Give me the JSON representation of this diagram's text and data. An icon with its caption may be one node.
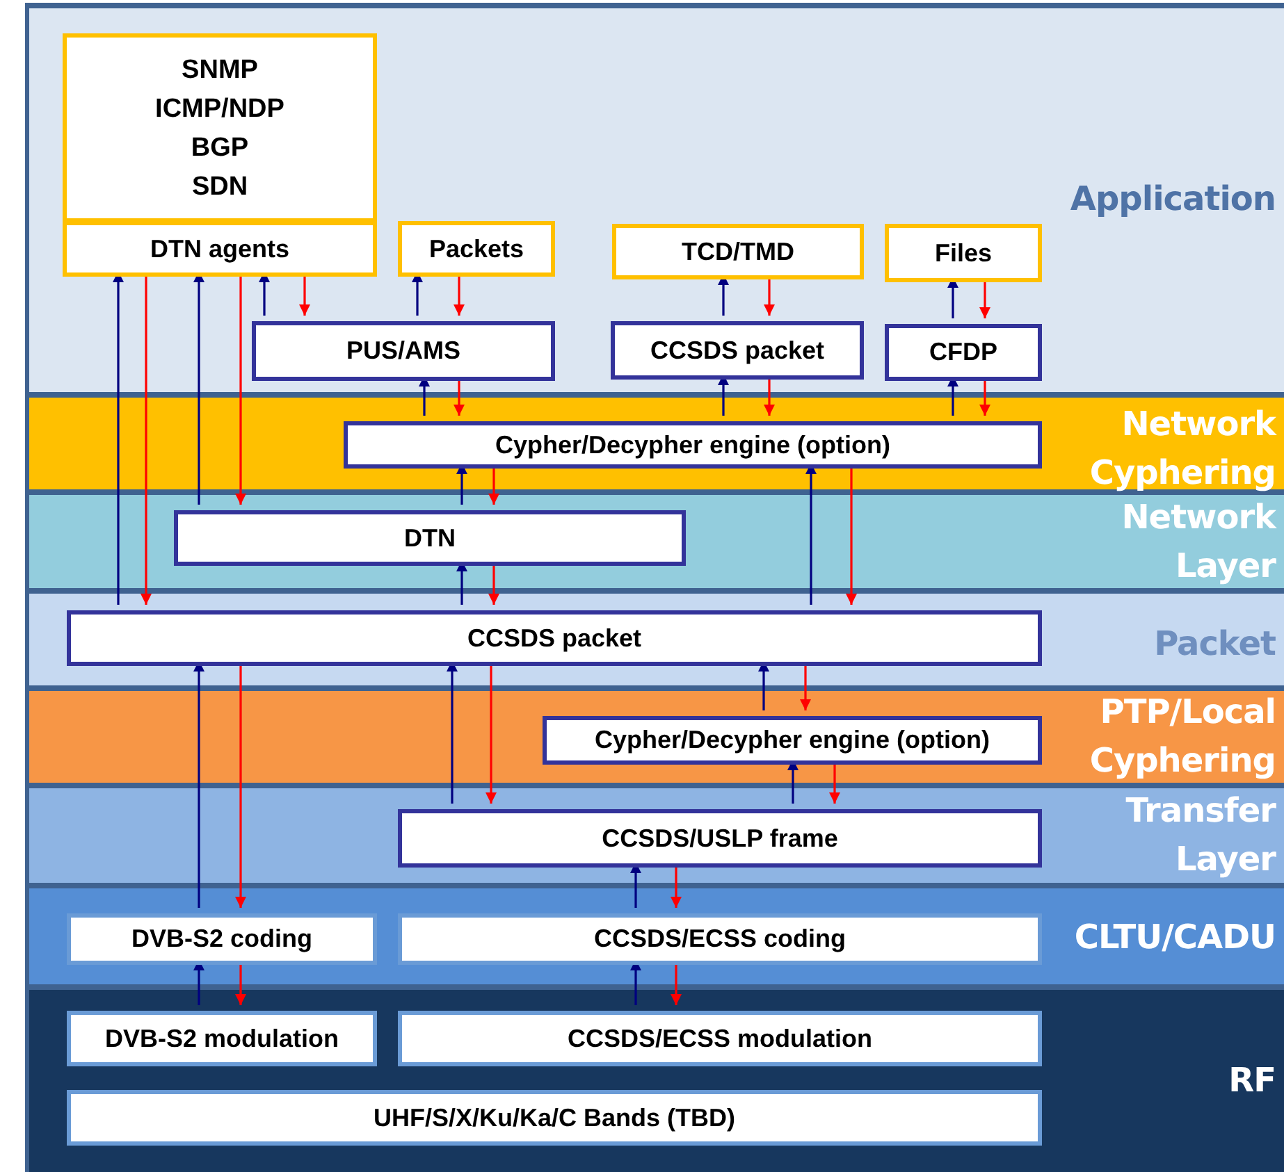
{
  "diagram": {
    "nodes": [
      {
        "text": [
          "Application"
        ]
      },
      {
        "text": [
          "SNMP",
          "ICMP/NDP",
          "BGP",
          "SDN"
        ],
        "in": 0
      },
      {
        "text": [
          "DTN agents"
        ],
        "in": 0
      },
      {
        "text": [
          "Packets"
        ],
        "in": 0
      },
      {
        "text": [
          "TCD/TMD"
        ],
        "in": 0
      },
      {
        "text": [
          "Files"
        ],
        "in": 0
      },
      {
        "text": [
          "PUS/AMS"
        ],
        "in": 0
      },
      {
        "text": [
          "CCSDS packet"
        ],
        "in": 0
      },
      {
        "text": [
          "CFDP"
        ],
        "in": 0
      },
      {
        "text": [
          "Network Cyphering"
        ]
      },
      {
        "text": [
          "Cypher/Decypher engine (option)"
        ],
        "in": 9
      },
      {
        "text": [
          "Network Layer"
        ]
      },
      {
        "text": [
          "DTN"
        ],
        "in": 11
      },
      {
        "text": [
          "Packet"
        ]
      },
      {
        "text": [
          "CCSDS packet"
        ],
        "in": 13
      },
      {
        "text": [
          "PTP/Local Cyphering"
        ]
      },
      {
        "text": [
          "Cypher/Decypher engine (option)"
        ],
        "in": 15
      },
      {
        "text": [
          "Transfer Layer"
        ]
      },
      {
        "text": [
          "CCSDS/USLP frame"
        ],
        "in": 17
      },
      {
        "text": [
          "CLTU/CADU"
        ]
      },
      {
        "text": [
          "DVB-S2 coding"
        ],
        "in": 19
      },
      {
        "text": [
          "CCSDS/ECSS coding"
        ],
        "in": 19
      },
      {
        "text": [
          "RF"
        ]
      },
      {
        "text": [
          "DVB-S2 modulation"
        ],
        "in": 22
      },
      {
        "text": [
          "CCSDS/ECSS modulation"
        ],
        "in": 22
      },
      {
        "text": [
          "UHF/S/X/Ku/Ka/C Bands (TBD)"
        ],
        "in": 22
      }
    ],
    "edges": [
      {
        "from": 14,
        "to": 2,
        "arrow": "to",
        "color": "#000080"
      },
      {
        "from": 2,
        "to": 14,
        "arrow": "to",
        "color": "#ff0000"
      },
      {
        "from": 12,
        "to": 2,
        "arrow": "to",
        "color": "#000080"
      },
      {
        "from": 2,
        "to": 12,
        "arrow": "to",
        "color": "#ff0000"
      },
      {
        "from": 6,
        "to": 2,
        "arrow": "to",
        "color": "#000080"
      },
      {
        "from": 2,
        "to": 6,
        "arrow": "to",
        "color": "#ff0000"
      },
      {
        "from": 6,
        "to": 3,
        "arrow": "to",
        "color": "#000080"
      },
      {
        "from": 3,
        "to": 6,
        "arrow": "to",
        "color": "#ff0000"
      },
      {
        "from": 7,
        "to": 4,
        "arrow": "to",
        "color": "#000080"
      },
      {
        "from": 4,
        "to": 7,
        "arrow": "to",
        "color": "#ff0000"
      },
      {
        "from": 8,
        "to": 5,
        "arrow": "to",
        "color": "#000080"
      },
      {
        "from": 5,
        "to": 8,
        "arrow": "to",
        "color": "#ff0000"
      },
      {
        "from": 10,
        "to": 6,
        "arrow": "to",
        "color": "#000080"
      },
      {
        "from": 6,
        "to": 10,
        "arrow": "to",
        "color": "#ff0000"
      },
      {
        "from": 10,
        "to": 7,
        "arrow": "to",
        "color": "#000080"
      },
      {
        "from": 7,
        "to": 10,
        "arrow": "to",
        "color": "#ff0000"
      },
      {
        "from": 10,
        "to": 8,
        "arrow": "to",
        "color": "#000080"
      },
      {
        "from": 8,
        "to": 10,
        "arrow": "to",
        "color": "#ff0000"
      },
      {
        "from": 12,
        "to": 10,
        "arrow": "to",
        "color": "#000080"
      },
      {
        "from": 10,
        "to": 12,
        "arrow": "to",
        "color": "#ff0000"
      },
      {
        "from": 14,
        "to": 10,
        "arrow": "to",
        "color": "#000080"
      },
      {
        "from": 10,
        "to": 14,
        "arrow": "to",
        "color": "#ff0000"
      },
      {
        "from": 14,
        "to": 12,
        "arrow": "to",
        "color": "#000080"
      },
      {
        "from": 12,
        "to": 14,
        "arrow": "to",
        "color": "#ff0000"
      },
      {
        "from": 16,
        "to": 14,
        "arrow": "to",
        "color": "#000080"
      },
      {
        "from": 14,
        "to": 16,
        "arrow": "to",
        "color": "#ff0000"
      },
      {
        "from": 20,
        "to": 14,
        "arrow": "to",
        "color": "#000080"
      },
      {
        "from": 14,
        "to": 20,
        "arrow": "to",
        "color": "#ff0000"
      },
      {
        "from": 18,
        "to": 14,
        "arrow": "to",
        "color": "#000080"
      },
      {
        "from": 14,
        "to": 18,
        "arrow": "to",
        "color": "#ff0000"
      },
      {
        "from": 18,
        "to": 16,
        "arrow": "to",
        "color": "#000080"
      },
      {
        "from": 16,
        "to": 18,
        "arrow": "to",
        "color": "#ff0000"
      },
      {
        "from": 21,
        "to": 18,
        "arrow": "to",
        "color": "#000080"
      },
      {
        "from": 18,
        "to": 21,
        "arrow": "to",
        "color": "#ff0000"
      },
      {
        "from": 23,
        "to": 20,
        "arrow": "to",
        "color": "#000080"
      },
      {
        "from": 20,
        "to": 23,
        "arrow": "to",
        "color": "#ff0000"
      },
      {
        "from": 24,
        "to": 21,
        "arrow": "to",
        "color": "#000080"
      },
      {
        "from": 21,
        "to": 24,
        "arrow": "to",
        "color": "#ff0000"
      }
    ]
  }
}
